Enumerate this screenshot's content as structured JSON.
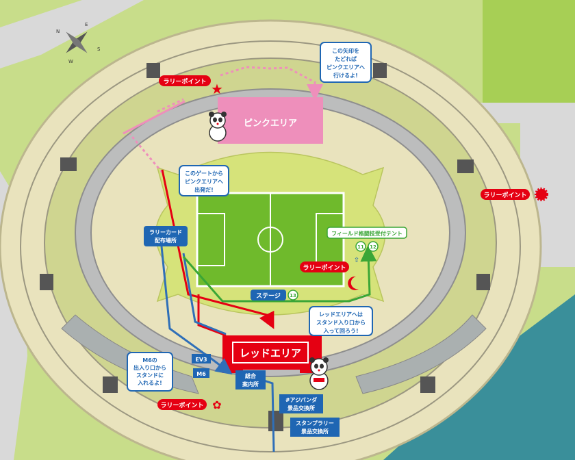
{
  "compass": {
    "n": "N",
    "e": "E",
    "s": "S",
    "w": "W"
  },
  "areas": {
    "pink": "ピンクエリア",
    "red": "レッドエリア"
  },
  "rally_point": "ラリーポイント",
  "callouts": {
    "pink_arrow": [
      "この矢印を",
      "たどれば",
      "ピンクエリアへ",
      "行けるよ!"
    ],
    "gate": [
      "このゲートから",
      "ピンクエリアへ",
      "出発だ!"
    ],
    "red_entry": [
      "レッドエリアへは",
      "スタンド入り口から",
      "入って回ろう!"
    ],
    "m6": [
      "M6の",
      "出入り口から",
      "スタンドに",
      "入れるよ!"
    ]
  },
  "labels": {
    "rally_card": [
      "ラリーカード",
      "配布場所"
    ],
    "field_tent": "フィールド格闘技受付テント",
    "stage": "ステージ",
    "ev3": "EV3",
    "m6": "M6",
    "info": [
      "総合",
      "案内所"
    ],
    "ajipanda": [
      "#アジパンダ",
      "景品交換所"
    ],
    "stamp_rally": [
      "スタンプラリー",
      "景品交換所"
    ]
  },
  "numbers": {
    "n11": "11",
    "n12": "12",
    "n13": "13"
  },
  "colors": {
    "pink_area": "#ee8fbb",
    "red_area": "#e50012",
    "field_green": "#6fba2c",
    "blue_route": "#2f6fb8",
    "green_route": "#3aa636",
    "callout_blue": "#1f66b3",
    "water": "#3a8f9a",
    "bg_green": "#c8dd8a"
  }
}
